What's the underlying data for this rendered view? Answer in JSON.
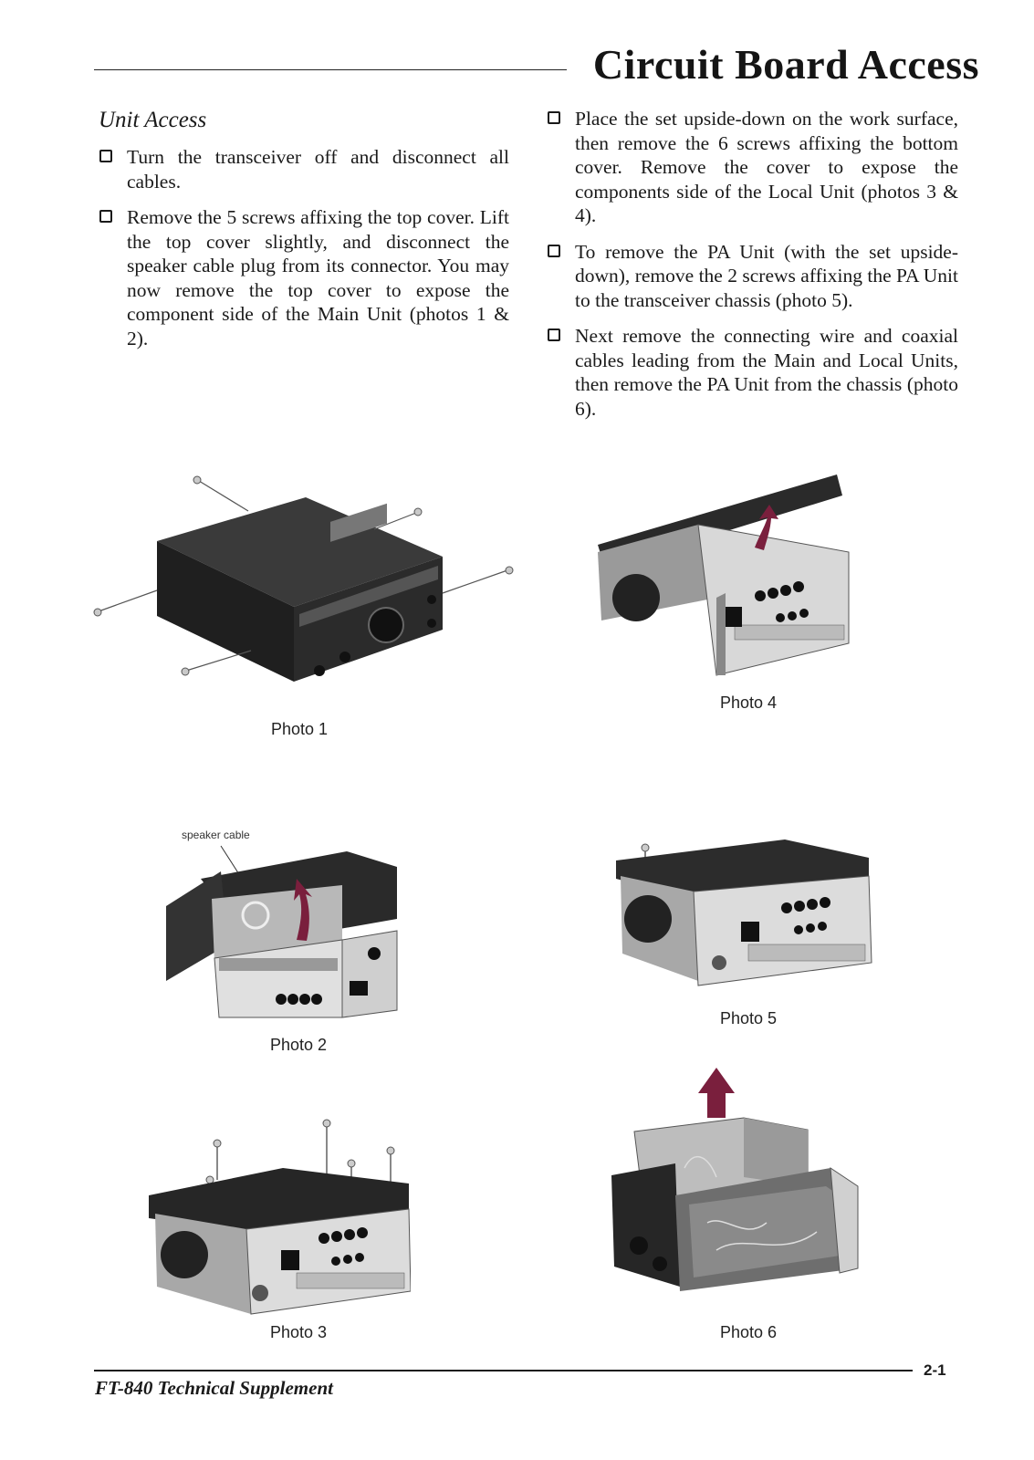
{
  "page_title": "Circuit Board Access",
  "section_heading": "Unit Access",
  "left_steps": [
    "Turn the transceiver off and disconnect all cables.",
    "Remove the 5 screws affixing the top cover. Lift the top cover slightly, and disconnect the speaker cable plug from its connector. You may now remove the top cover to expose the component side of the Main Unit (photos 1 & 2)."
  ],
  "right_steps": [
    "Place the set upside-down on the work surface, then remove the 6 screws affixing the bottom cover. Remove the cover to expose the components side of the Local Unit (photos 3 & 4).",
    "To remove the PA Unit (with the set upside-down), remove the 2 screws affixing the PA Unit to the transceiver chassis (photo 5).",
    "Next remove the connecting wire and coaxial cables leading from the Main and Local Units, then remove the PA Unit from the chassis (photo 6)."
  ],
  "photos": {
    "photo1": "Photo 1",
    "photo2": "Photo 2",
    "photo3": "Photo 3",
    "photo4": "Photo 4",
    "photo5": "Photo 5",
    "photo6": "Photo 6"
  },
  "callouts": {
    "speaker_cable": "speaker cable"
  },
  "footer": {
    "title": "FT-840 Technical Supplement",
    "page_number": "2-1"
  },
  "colors": {
    "arrow": "#7a1f3d",
    "ink": "#1a1a1a"
  }
}
